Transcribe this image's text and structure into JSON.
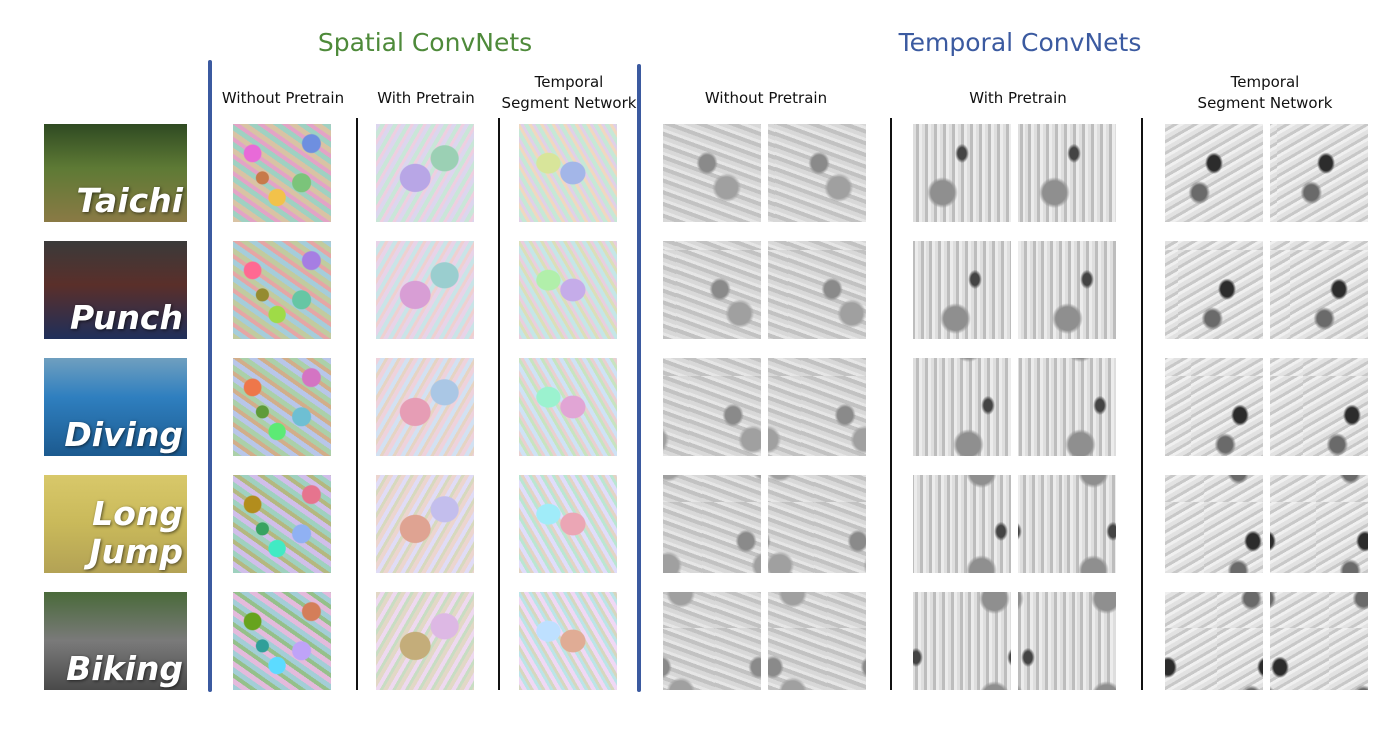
{
  "sections": {
    "spatial": {
      "title": "Spatial ConvNets",
      "color": "#4e8a3a"
    },
    "temporal": {
      "title": "Temporal ConvNets",
      "color": "#3b5aa0"
    }
  },
  "columns": {
    "spatial_without": [
      "Without Pretrain"
    ],
    "spatial_with": [
      "With Pretrain"
    ],
    "spatial_tsn": [
      "Temporal",
      "Segment Network"
    ],
    "temporal_without": [
      "Without Pretrain"
    ],
    "temporal_with": [
      "With Pretrain"
    ],
    "temporal_tsn": [
      "Temporal",
      "Segment Network"
    ]
  },
  "rows": [
    {
      "label_lines": [
        "Taichi"
      ]
    },
    {
      "label_lines": [
        "Punch"
      ]
    },
    {
      "label_lines": [
        "Diving"
      ]
    },
    {
      "label_lines": [
        "Long",
        "Jump"
      ]
    },
    {
      "label_lines": [
        "Biking"
      ]
    }
  ]
}
